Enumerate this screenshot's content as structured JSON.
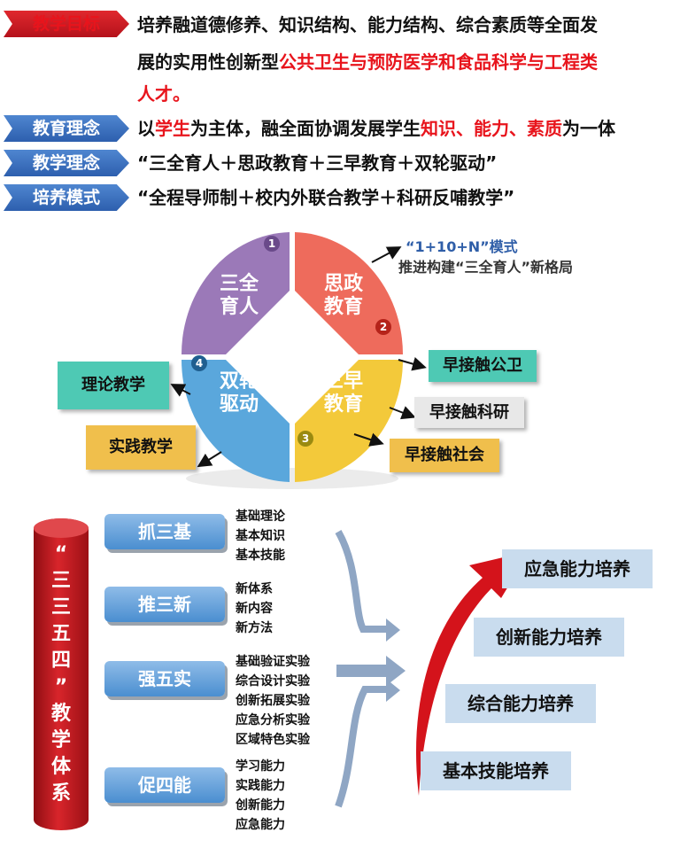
{
  "goals": [
    {
      "tag": "教学目标",
      "lines": [
        {
          "plain": "培养融道德修养、知识结构、能力结构、综合素质等全面发"
        },
        {
          "plain": "展的实用性创新型",
          "red": "公共卫生与预防医学和食品科学与工程类"
        },
        {
          "red": "人才。"
        }
      ]
    },
    {
      "tag": "教育理念",
      "parts": [
        "以",
        "学生",
        "为主体，融全面协调发展学生",
        "知识、能力、素质",
        "为一体"
      ]
    },
    {
      "tag": "教学理念",
      "text": "“三全育人＋思政教育＋三早教育＋双轮驱动”"
    },
    {
      "tag": "培养模式",
      "text": "“全程导师制＋校内外联合教学＋科研反哺教学”"
    }
  ],
  "wheel": {
    "quadrants": [
      {
        "num": "1",
        "label1": "三全",
        "label2": "育人",
        "color": "#9b79b8"
      },
      {
        "num": "2",
        "label1": "思政",
        "label2": "教育",
        "color": "#ee6b5c"
      },
      {
        "num": "3",
        "label1": "三早",
        "label2": "教育",
        "color": "#f3c93a"
      },
      {
        "num": "4",
        "label1": "双轮",
        "label2": "驱动",
        "color": "#5aa7dc"
      }
    ],
    "note_title": "“1+10+N”模式",
    "note_sub": "推进构建“三全育人”新格局",
    "boxes": {
      "public_health": "早接触公卫",
      "research": "早接触科研",
      "society": "早接触社会",
      "theory": "理论教学",
      "practice": "实践教学"
    }
  },
  "system": {
    "pillar": [
      "“",
      "三",
      "三",
      "五",
      "四",
      "”",
      "教",
      "学",
      "体",
      "系"
    ],
    "groups": [
      {
        "label": "抓三基",
        "items": [
          "基础理论",
          "基本知识",
          "基本技能"
        ]
      },
      {
        "label": "推三新",
        "items": [
          "新体系",
          "新内容",
          "新方法"
        ]
      },
      {
        "label": "强五实",
        "items": [
          "基础验证实验",
          "综合设计实验",
          "创新拓展实验",
          "应急分析实验",
          "区域特色实验"
        ]
      },
      {
        "label": "促四能",
        "items": [
          "学习能力",
          "实践能力",
          "创新能力",
          "应急能力"
        ]
      }
    ],
    "outcomes": [
      "应急能力培养",
      "创新能力培养",
      "综合能力培养",
      "基本技能培养"
    ]
  }
}
